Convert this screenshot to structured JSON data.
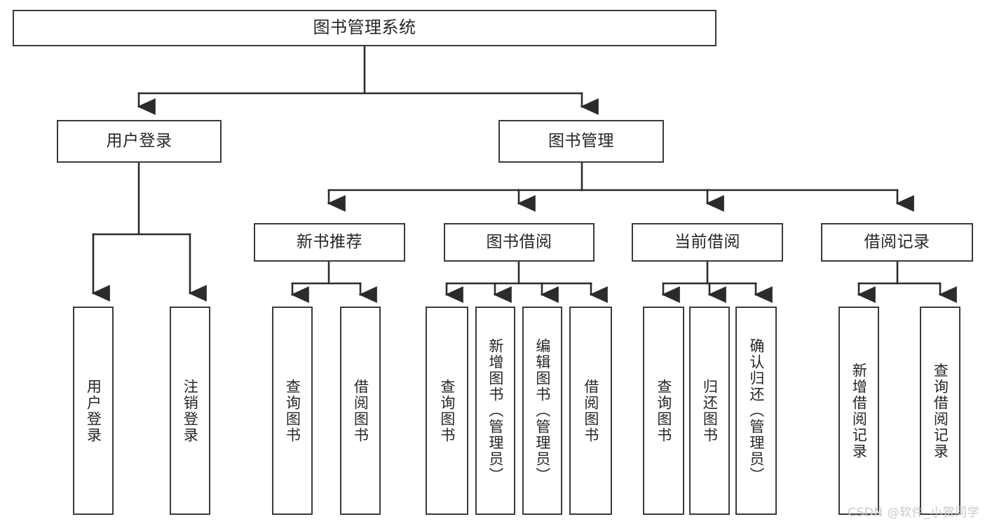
{
  "diagram": {
    "title": "图书管理系统",
    "type": "功能结构图",
    "watermark": "CSDN @软件_小贺同学",
    "colors": {
      "box_border": "#3b3b3b",
      "box_fill": "#ffffff",
      "connector": "#2b2b2b",
      "text": "#262626",
      "watermark": "#c9c9c9",
      "background": "#ffffff"
    },
    "nodes": {
      "root": {
        "label": "图书管理系统"
      },
      "level2": [
        {
          "id": "user-login",
          "label": "用户登录"
        },
        {
          "id": "book-management",
          "label": "图书管理"
        }
      ],
      "level3": [
        {
          "id": "new-book-recommend",
          "label": "新书推荐"
        },
        {
          "id": "book-borrow",
          "label": "图书借阅"
        },
        {
          "id": "current-borrow",
          "label": "当前借阅"
        },
        {
          "id": "borrow-record",
          "label": "借阅记录"
        }
      ],
      "leaves": {
        "user-login": [
          {
            "id": "leaf-user-login",
            "label": "用户登录"
          },
          {
            "id": "leaf-logout",
            "label": "注销登录"
          }
        ],
        "new-book-recommend": [
          {
            "id": "leaf-query-book-1",
            "label": "查询图书"
          },
          {
            "id": "leaf-borrow-book-1",
            "label": "借阅图书"
          }
        ],
        "book-borrow": [
          {
            "id": "leaf-query-book-2",
            "label": "查询图书"
          },
          {
            "id": "leaf-add-book",
            "label": "新增图书（管理员）"
          },
          {
            "id": "leaf-edit-book",
            "label": "编辑图书（管理员）"
          },
          {
            "id": "leaf-borrow-book-2",
            "label": "借阅图书"
          }
        ],
        "current-borrow": [
          {
            "id": "leaf-query-book-3",
            "label": "查询图书"
          },
          {
            "id": "leaf-return-book",
            "label": "归还图书"
          },
          {
            "id": "leaf-confirm-return",
            "label": "确认归还（管理员）"
          }
        ],
        "borrow-record": [
          {
            "id": "leaf-add-record",
            "label": "新增借阅记录"
          },
          {
            "id": "leaf-query-record",
            "label": "查询借阅记录"
          }
        ]
      }
    }
  }
}
